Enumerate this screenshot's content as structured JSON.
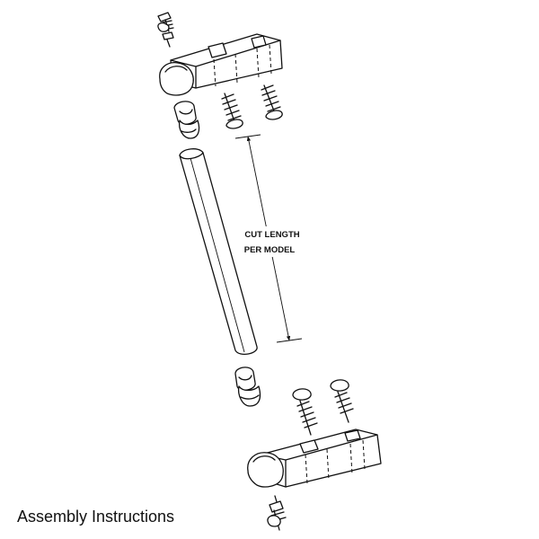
{
  "diagram": {
    "dimension_label_line1": "CUT LENGTH",
    "dimension_label_line2": "PER MODEL"
  },
  "caption": "Assembly Instructions"
}
